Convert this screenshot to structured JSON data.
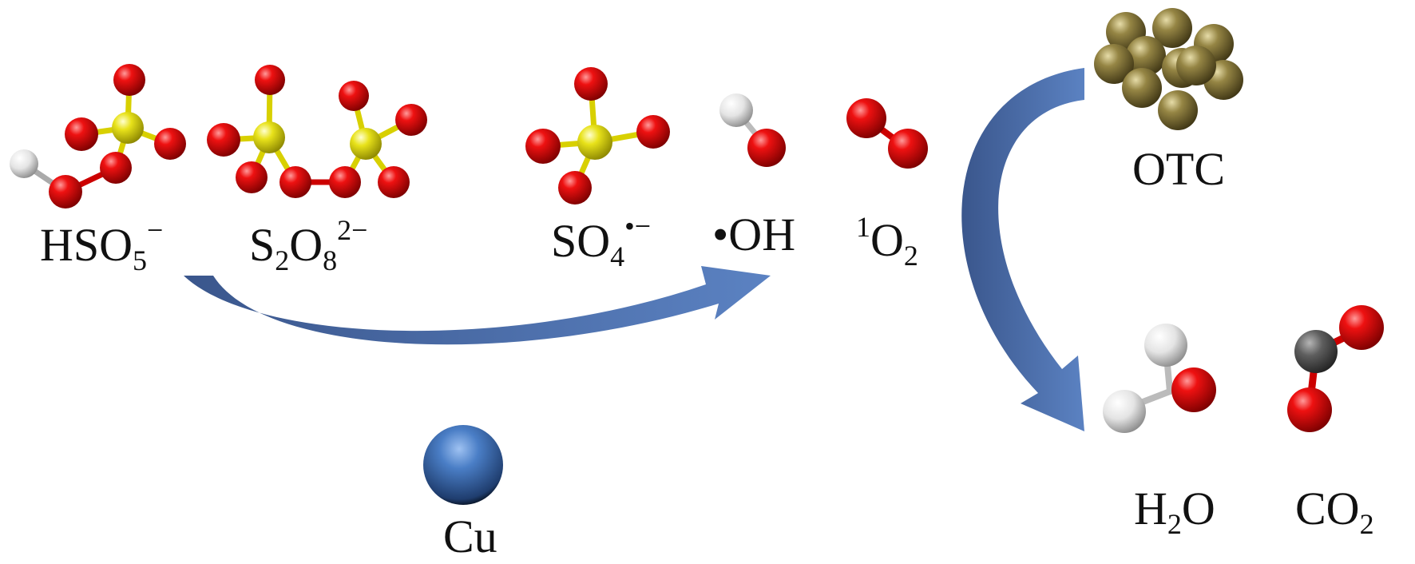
{
  "colors": {
    "oxygen": "#e00000",
    "sulfur": "#e8e21a",
    "hydrogen": "#f2f2f2",
    "carbon": "#555555",
    "copper": "#3f72b8",
    "otc": "#8d7d42",
    "arrow": "#3f5f99"
  },
  "labels": {
    "hso5": {
      "base": "HSO",
      "sub": "5",
      "sup": "−"
    },
    "s2o8": {
      "s": "S",
      "sub1": "2",
      "o": "O",
      "sub2": "8",
      "sup": "2−"
    },
    "so4": {
      "base": "SO",
      "sub": "4",
      "sup": "•−"
    },
    "oh": "•OH",
    "singlet_o2": {
      "pre": "1",
      "base": "O",
      "sub": "2"
    },
    "otc": "OTC",
    "h2o": {
      "h": "H",
      "sub": "2",
      "o": "O"
    },
    "co2": {
      "base": "CO",
      "sub": "2"
    },
    "cu": "Cu"
  }
}
